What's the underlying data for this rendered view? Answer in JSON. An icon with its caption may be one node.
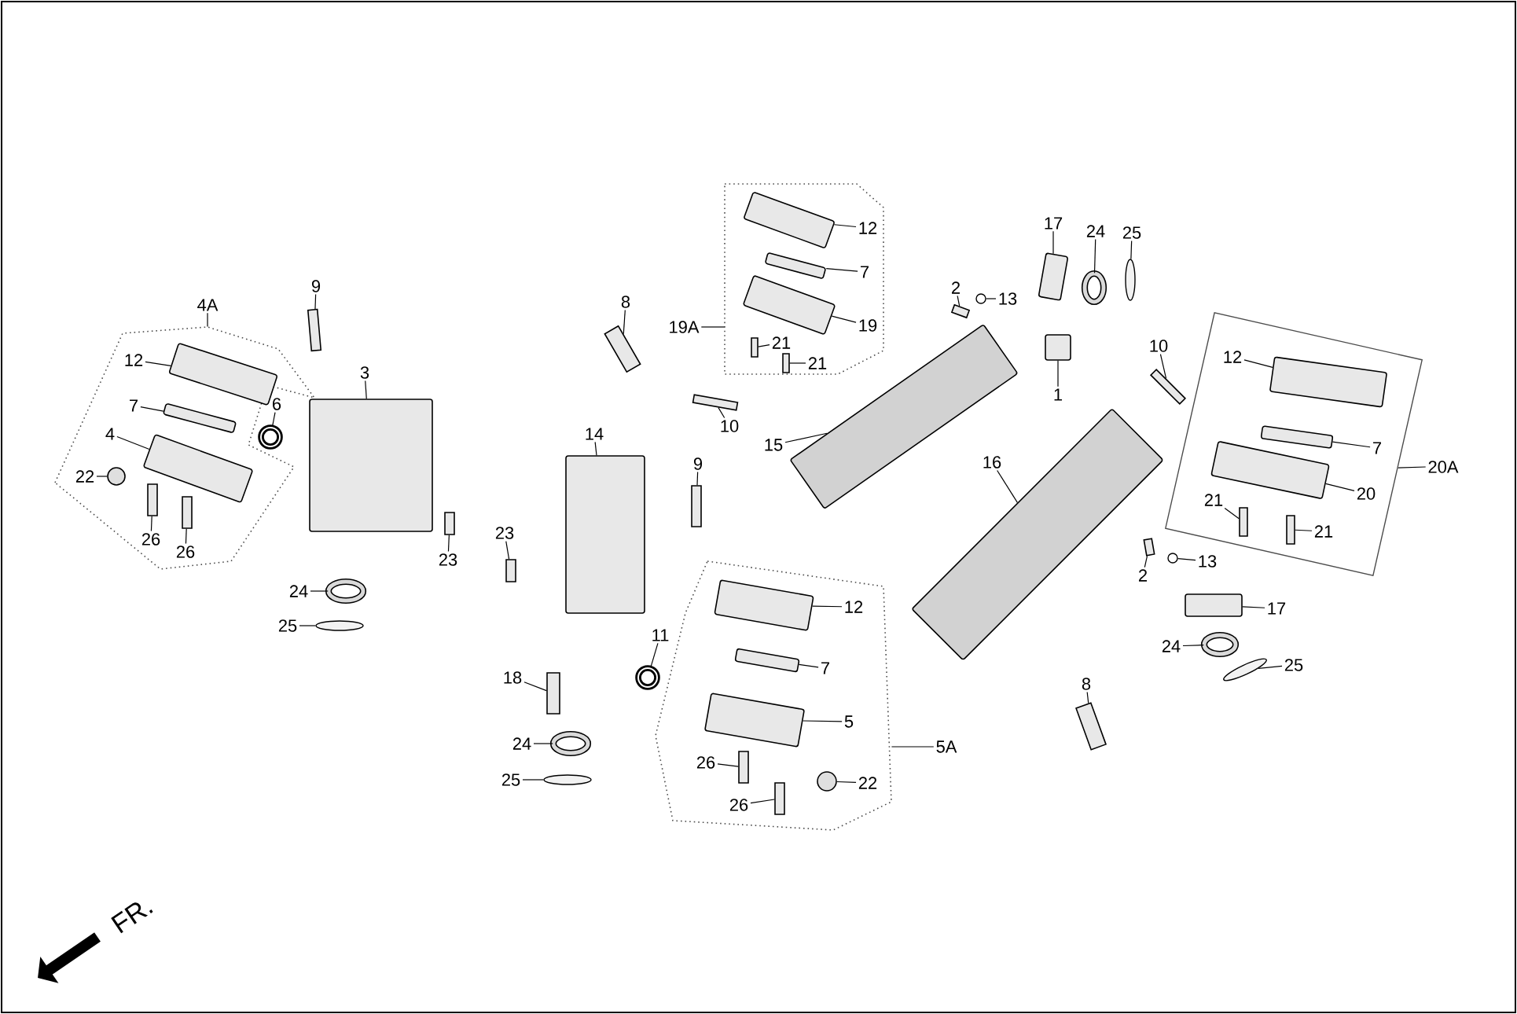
{
  "diagram": {
    "nodes": [
      {
        "text": [],
        "shape": "box"
      },
      {
        "text": [
          "4A"
        ]
      },
      {
        "text": [
          "12"
        ],
        "in": 0
      },
      {
        "text": [],
        "shape": "box",
        "in": 0
      },
      {
        "text": [
          "7"
        ],
        "in": 0
      },
      {
        "text": [],
        "shape": "box",
        "in": 0
      },
      {
        "text": [
          "4"
        ],
        "in": 0
      },
      {
        "text": [],
        "shape": "box",
        "in": 0
      },
      {
        "text": [
          "22"
        ],
        "in": 0
      },
      {
        "text": [],
        "shape": "circle",
        "in": 0
      },
      {
        "text": [
          "26"
        ],
        "in": 0
      },
      {
        "text": [],
        "shape": "bar",
        "in": 0
      },
      {
        "text": [
          "26"
        ],
        "in": 0
      },
      {
        "text": [],
        "shape": "bar",
        "in": 0
      },
      {
        "text": [
          "6"
        ]
      },
      {
        "text": [],
        "shape": "circle"
      },
      {
        "text": [
          "9"
        ]
      },
      {
        "text": [],
        "shape": "bar"
      },
      {
        "text": [
          "3"
        ]
      },
      {
        "text": [],
        "shape": "box"
      },
      {
        "text": [
          "23"
        ]
      },
      {
        "text": [],
        "shape": "bar"
      },
      {
        "text": [
          "24"
        ]
      },
      {
        "text": [],
        "shape": "ellipse"
      },
      {
        "text": [
          "25"
        ]
      },
      {
        "text": [],
        "shape": "ellipse"
      },
      {
        "text": [
          "8"
        ]
      },
      {
        "text": [],
        "shape": "bar"
      },
      {
        "text": [],
        "shape": "box"
      },
      {
        "text": [
          "19A"
        ]
      },
      {
        "text": [
          "12"
        ],
        "in": 28
      },
      {
        "text": [],
        "shape": "box",
        "in": 28
      },
      {
        "text": [
          "7"
        ],
        "in": 28
      },
      {
        "text": [],
        "shape": "box",
        "in": 28
      },
      {
        "text": [
          "19"
        ],
        "in": 28
      },
      {
        "text": [],
        "shape": "box",
        "in": 28
      },
      {
        "text": [
          "21"
        ],
        "in": 28
      },
      {
        "text": [],
        "shape": "bar",
        "in": 28
      },
      {
        "text": [
          "21"
        ],
        "in": 28
      },
      {
        "text": [],
        "shape": "bar",
        "in": 28
      },
      {
        "text": [
          "10"
        ]
      },
      {
        "text": [],
        "shape": "bar"
      },
      {
        "text": [
          "14"
        ]
      },
      {
        "text": [],
        "shape": "box"
      },
      {
        "text": [
          "9"
        ]
      },
      {
        "text": [],
        "shape": "bar"
      },
      {
        "text": [
          "23"
        ]
      },
      {
        "text": [],
        "shape": "bar"
      },
      {
        "text": [
          "11"
        ]
      },
      {
        "text": [],
        "shape": "circle"
      },
      {
        "text": [
          "18"
        ]
      },
      {
        "text": [],
        "shape": "bar"
      },
      {
        "text": [
          "24"
        ]
      },
      {
        "text": [],
        "shape": "ellipse"
      },
      {
        "text": [
          "25"
        ]
      },
      {
        "text": [],
        "shape": "ellipse"
      },
      {
        "text": [
          "15"
        ]
      },
      {
        "text": [],
        "shape": "box"
      },
      {
        "text": [],
        "shape": "box"
      },
      {
        "text": [
          "5A"
        ]
      },
      {
        "text": [
          "12"
        ],
        "in": 58
      },
      {
        "text": [],
        "shape": "box",
        "in": 58
      },
      {
        "text": [
          "7"
        ],
        "in": 58
      },
      {
        "text": [],
        "shape": "box",
        "in": 58
      },
      {
        "text": [
          "5"
        ],
        "in": 58
      },
      {
        "text": [],
        "shape": "box",
        "in": 58
      },
      {
        "text": [
          "26"
        ],
        "in": 58
      },
      {
        "text": [],
        "shape": "bar",
        "in": 58
      },
      {
        "text": [
          "26"
        ],
        "in": 58
      },
      {
        "text": [],
        "shape": "bar",
        "in": 58
      },
      {
        "text": [
          "22"
        ],
        "in": 58
      },
      {
        "text": [],
        "shape": "circle",
        "in": 58
      },
      {
        "text": [
          "2"
        ]
      },
      {
        "text": [],
        "shape": "bar"
      },
      {
        "text": [
          "13"
        ]
      },
      {
        "text": [],
        "shape": "circle"
      },
      {
        "text": [
          "17"
        ]
      },
      {
        "text": [],
        "shape": "box"
      },
      {
        "text": [
          "24"
        ]
      },
      {
        "text": [],
        "shape": "ellipse"
      },
      {
        "text": [
          "25"
        ]
      },
      {
        "text": [],
        "shape": "ellipse"
      },
      {
        "text": [
          "1"
        ]
      },
      {
        "text": [],
        "shape": "box"
      },
      {
        "text": [
          "10"
        ]
      },
      {
        "text": [],
        "shape": "bar"
      },
      {
        "text": [
          "16"
        ]
      },
      {
        "text": [],
        "shape": "box"
      },
      {
        "text": [],
        "shape": "box"
      },
      {
        "text": [
          "20A"
        ]
      },
      {
        "text": [
          "12"
        ],
        "in": 88
      },
      {
        "text": [],
        "shape": "box",
        "in": 88
      },
      {
        "text": [
          "7"
        ],
        "in": 88
      },
      {
        "text": [],
        "shape": "box",
        "in": 88
      },
      {
        "text": [
          "20"
        ],
        "in": 88
      },
      {
        "text": [],
        "shape": "box",
        "in": 88
      },
      {
        "text": [
          "21"
        ],
        "in": 88
      },
      {
        "text": [],
        "shape": "bar",
        "in": 88
      },
      {
        "text": [
          "21"
        ],
        "in": 88
      },
      {
        "text": [],
        "shape": "bar",
        "in": 88
      },
      {
        "text": [
          "2"
        ]
      },
      {
        "text": [],
        "shape": "bar"
      },
      {
        "text": [
          "13"
        ]
      },
      {
        "text": [],
        "shape": "circle"
      },
      {
        "text": [
          "17"
        ]
      },
      {
        "text": [],
        "shape": "box"
      },
      {
        "text": [
          "24"
        ]
      },
      {
        "text": [],
        "shape": "ellipse"
      },
      {
        "text": [
          "25"
        ]
      },
      {
        "text": [],
        "shape": "ellipse"
      },
      {
        "text": [
          "8"
        ]
      },
      {
        "text": [],
        "shape": "bar"
      }
    ],
    "edges": [
      {
        "from": 1,
        "to": 0,
        "arrow": "none"
      },
      {
        "from": 2,
        "to": 3,
        "arrow": "none"
      },
      {
        "from": 4,
        "to": 5,
        "arrow": "none"
      },
      {
        "from": 6,
        "to": 7,
        "arrow": "none"
      },
      {
        "from": 8,
        "to": 9,
        "arrow": "none"
      },
      {
        "from": 10,
        "to": 11,
        "arrow": "none"
      },
      {
        "from": 12,
        "to": 13,
        "arrow": "none"
      },
      {
        "from": 14,
        "to": 15,
        "arrow": "none"
      },
      {
        "from": 16,
        "to": 17,
        "arrow": "none"
      },
      {
        "from": 18,
        "to": 19,
        "arrow": "none"
      },
      {
        "from": 20,
        "to": 21,
        "arrow": "none"
      },
      {
        "from": 22,
        "to": 23,
        "arrow": "none"
      },
      {
        "from": 24,
        "to": 25,
        "arrow": "none"
      },
      {
        "from": 26,
        "to": 27,
        "arrow": "none"
      },
      {
        "from": 29,
        "to": 28,
        "arrow": "none"
      },
      {
        "from": 30,
        "to": 31,
        "arrow": "none"
      },
      {
        "from": 32,
        "to": 33,
        "arrow": "none"
      },
      {
        "from": 34,
        "to": 35,
        "arrow": "none"
      },
      {
        "from": 36,
        "to": 37,
        "arrow": "none"
      },
      {
        "from": 38,
        "to": 39,
        "arrow": "none"
      },
      {
        "from": 40,
        "to": 41,
        "arrow": "none"
      },
      {
        "from": 42,
        "to": 43,
        "arrow": "none"
      },
      {
        "from": 44,
        "to": 45,
        "arrow": "none"
      },
      {
        "from": 46,
        "to": 47,
        "arrow": "none"
      },
      {
        "from": 48,
        "to": 49,
        "arrow": "none"
      },
      {
        "from": 50,
        "to": 51,
        "arrow": "none"
      },
      {
        "from": 52,
        "to": 53,
        "arrow": "none"
      },
      {
        "from": 54,
        "to": 55,
        "arrow": "none"
      },
      {
        "from": 56,
        "to": 57,
        "arrow": "none"
      },
      {
        "from": 59,
        "to": 58,
        "arrow": "none"
      },
      {
        "from": 60,
        "to": 61,
        "arrow": "none"
      },
      {
        "from": 62,
        "to": 63,
        "arrow": "none"
      },
      {
        "from": 64,
        "to": 65,
        "arrow": "none"
      },
      {
        "from": 66,
        "to": 67,
        "arrow": "none"
      },
      {
        "from": 68,
        "to": 69,
        "arrow": "none"
      },
      {
        "from": 70,
        "to": 71,
        "arrow": "none"
      },
      {
        "from": 72,
        "to": 73,
        "arrow": "none"
      },
      {
        "from": 74,
        "to": 75,
        "arrow": "none"
      },
      {
        "from": 76,
        "to": 77,
        "arrow": "none"
      },
      {
        "from": 78,
        "to": 79,
        "arrow": "none"
      },
      {
        "from": 80,
        "to": 81,
        "arrow": "none"
      },
      {
        "from": 82,
        "to": 83,
        "arrow": "none"
      },
      {
        "from": 84,
        "to": 85,
        "arrow": "none"
      },
      {
        "from": 86,
        "to": 87,
        "arrow": "none"
      },
      {
        "from": 89,
        "to": 88,
        "arrow": "none"
      },
      {
        "from": 90,
        "to": 91,
        "arrow": "none"
      },
      {
        "from": 92,
        "to": 93,
        "arrow": "none"
      },
      {
        "from": 94,
        "to": 95,
        "arrow": "none"
      },
      {
        "from": 96,
        "to": 97,
        "arrow": "none"
      },
      {
        "from": 98,
        "to": 99,
        "arrow": "none"
      },
      {
        "from": 100,
        "to": 101,
        "arrow": "none"
      },
      {
        "from": 102,
        "to": 103,
        "arrow": "none"
      },
      {
        "from": 104,
        "to": 105,
        "arrow": "none"
      },
      {
        "from": 106,
        "to": 107,
        "arrow": "none"
      },
      {
        "from": 108,
        "to": 109,
        "arrow": "none"
      },
      {
        "from": 110,
        "to": 111,
        "arrow": "none"
      }
    ],
    "labels": [
      "FR."
    ]
  }
}
